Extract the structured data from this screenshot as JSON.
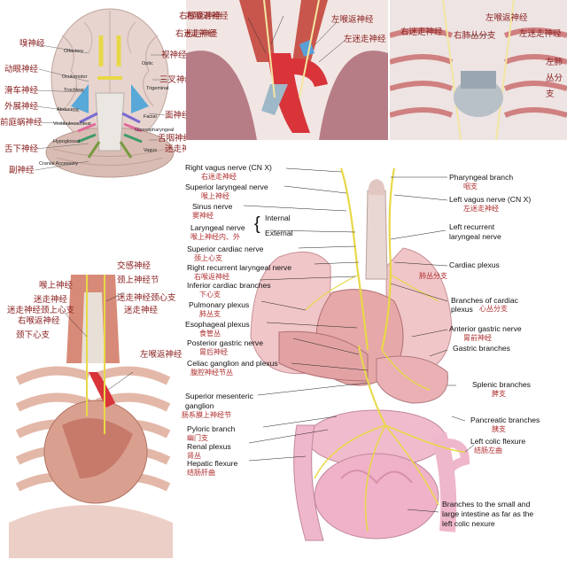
{
  "brain": {
    "left_zh": [
      "嗅神经",
      "动眼神经",
      "滑车神经",
      "外展神经",
      "前庭蜗神经",
      "舌下神经",
      "副神经"
    ],
    "right_zh": [
      "视神经",
      "三叉神经",
      "面神经",
      "舌咽神经",
      "迷走神经"
    ],
    "inner_en": [
      "Olfactory",
      "Optic",
      "Oculomotor",
      "Trochlear",
      "Trigeminal",
      "Abducens",
      "Facial",
      "Vestibulocochlear",
      "Glossopharyngeal",
      "Hypoglossal",
      "Vagus",
      "Cranial Accessory"
    ]
  },
  "heart_top": {
    "labels": [
      "右喉返神经",
      "右迷走神经",
      "左喉返神经",
      "左迷走神经"
    ]
  },
  "chest": {
    "labels": [
      "右迷走神经",
      "右肺丛分支",
      "左喉返神经",
      "左迷走神经",
      "左肺",
      "丛分",
      "支"
    ]
  },
  "neck": {
    "labels": [
      "交感神经",
      "喉上神经",
      "颈上神经节",
      "迷走神经",
      "迷走神经颈心支",
      "迷走神经颈上心支",
      "迷走神经",
      "右喉返神经",
      "颈下心支",
      "左喉返神经"
    ]
  },
  "main": {
    "left": [
      {
        "en": "Right vagus nerve (CN X)",
        "zh": "右迷走神经"
      },
      {
        "en": "Superior laryngeal nerve",
        "zh": "喉上神经"
      },
      {
        "en": "Sinus nerve",
        "zh": "窦神经"
      },
      {
        "en": "Laryngeal nerve",
        "zh": "喉上神经内、外"
      },
      {
        "en": "Superior cardiac nerve",
        "zh": "颈上心支"
      },
      {
        "en": "Right recurrent laryngeal nerve",
        "zh": "右喉返神经"
      },
      {
        "en": "Inferior cardiac branches",
        "zh": "下心支"
      },
      {
        "en": "Pulmonary plexus",
        "zh": "肺丛支"
      },
      {
        "en": "Esophageal plexus",
        "zh": "食管丛"
      },
      {
        "en": "Posterior gastric nerve",
        "zh": "胃后神经"
      },
      {
        "en": "Celiac ganglion and plexus",
        "zh": "腹腔神经节丛"
      },
      {
        "en": "Superior mesenteric",
        "zh": "肠系膜上神经节"
      },
      {
        "en": "ganglion",
        "zh": ""
      },
      {
        "en": "Pyloric branch",
        "zh": "幽门支"
      },
      {
        "en": "Renal plexus",
        "zh": "肾丛"
      },
      {
        "en": "Hepatic flexure",
        "zh": "结肠肝曲"
      }
    ],
    "internal": "Internal",
    "external": "External",
    "brace": "{",
    "right": [
      {
        "en": "Pharyngeal branch",
        "zh": "咽支"
      },
      {
        "en": "Left vagus nerve (CN X)",
        "zh": "左迷走神经"
      },
      {
        "en": "Left recurrent",
        "zh": ""
      },
      {
        "en": "laryngeal nerve",
        "zh": ""
      },
      {
        "en": "Cardiac plexus",
        "zh": ""
      },
      {
        "en": "",
        "zh": "肺丛分支"
      },
      {
        "en": "Branches of cardiac",
        "zh": ""
      },
      {
        "en": "plexus",
        "zh": "心丛分支"
      },
      {
        "en": "Anterior gastric nerve",
        "zh": "胃前神经"
      },
      {
        "en": "Gastric branches",
        "zh": ""
      },
      {
        "en": "Splenic branches",
        "zh": "脾支"
      },
      {
        "en": "Pancreatic branches",
        "zh": "胰支"
      },
      {
        "en": "Left colic flexure",
        "zh": "结肠左曲"
      },
      {
        "en": "Branches to the small and",
        "zh": ""
      },
      {
        "en": "large intestine as far as the",
        "zh": ""
      },
      {
        "en": "left colic nexure",
        "zh": ""
      }
    ]
  },
  "colors": {
    "nerve": "#e8d848",
    "flesh": "#e7a7a0",
    "lung": "#f0c6c8",
    "vessel_red": "#d8343a",
    "vessel_blue": "#5aa0d8",
    "zh_red": "#b03030"
  }
}
